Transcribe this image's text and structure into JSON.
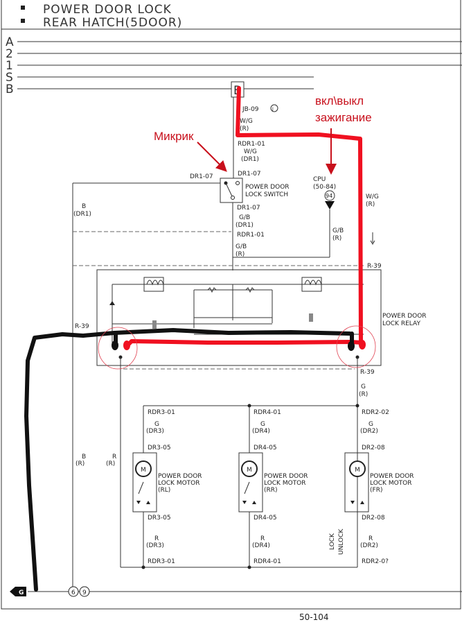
{
  "header": {
    "line1": "POWER DOOR LOCK",
    "line2": "REAR HATCH(5DOOR)"
  },
  "bus_labels": [
    "A",
    "2",
    "1",
    "S",
    "B"
  ],
  "connector_b": "B",
  "top_wire": {
    "jb": "JB-09",
    "jb_mark": "J",
    "wg_r": [
      "W/G",
      "(R)"
    ],
    "rdr1_01_top": "RDR1-01",
    "wg_dr1": [
      "W/G",
      "(DR1)"
    ],
    "dr1_07_top": "DR1-07",
    "dr1_07_left": "DR1-07",
    "switch": [
      "POWER DOOR",
      "LOCK SWITCH"
    ],
    "dr1_07_bottom": "DR1-07",
    "gb_dr1": [
      "G/B",
      "(DR1)"
    ],
    "rdr1_01_bottom": "RDR1-01",
    "gb_r": [
      "G/B",
      "(R)"
    ],
    "b_dr1": [
      "B",
      "(DR1)"
    ]
  },
  "cpu": {
    "name": "CPU",
    "range": "(50-84)",
    "pin": "94",
    "wire": [
      "G/B",
      "(R)"
    ]
  },
  "right_wire": [
    "W/G",
    "(R)"
  ],
  "relay": {
    "name": [
      "POWER DOOR",
      "LOCK RELAY"
    ],
    "r39_top": "R-39",
    "r39_left": "R-39",
    "r39_bottom": "R-39",
    "out_wire": [
      "G",
      "(R)"
    ]
  },
  "motors": [
    {
      "top_conn": "RDR3-01",
      "top_wire": [
        "G",
        "(DR3)"
      ],
      "conn_in": "DR3-05",
      "label": [
        "POWER DOOR",
        "LOCK MOTOR",
        "(RL)"
      ],
      "conn_out": "DR3-05",
      "bot_wire": [
        "R",
        "(DR3)"
      ],
      "bot_conn": "RDR3-01"
    },
    {
      "top_conn": "RDR4-01",
      "top_wire": [
        "G",
        "(DR4)"
      ],
      "conn_in": "DR4-05",
      "label": [
        "POWER DOOR",
        "LOCK MOTOR",
        "(RR)"
      ],
      "conn_out": "DR4-05",
      "bot_wire": [
        "R",
        "(DR4)"
      ],
      "bot_conn": "RDR4-01"
    },
    {
      "top_conn": "RDR2-02",
      "top_wire": [
        "G",
        "(DR2)"
      ],
      "conn_in": "DR2-08",
      "label": [
        "POWER DOOR",
        "LOCK MOTOR",
        "(FR)"
      ],
      "conn_out": "DR2-08",
      "bot_wire": [
        "R",
        "(DR2)"
      ],
      "bot_conn": "RDR2-0?"
    }
  ],
  "left_wires": {
    "b_r": [
      "B",
      "(R)"
    ],
    "r_r": [
      "R",
      "(R)"
    ]
  },
  "direction": {
    "lock": "LOCK",
    "unlock": "UNLOCK"
  },
  "ground": {
    "mark": "G",
    "pins": [
      "6",
      "9"
    ]
  },
  "page_number": "50-104",
  "annotations": {
    "micro_switch": "Микрик",
    "ignition_1": "вкл\\выкл",
    "ignition_2": "зажигание"
  },
  "colors": {
    "annotation_red": "#f01020",
    "wire_black": "#111111"
  }
}
